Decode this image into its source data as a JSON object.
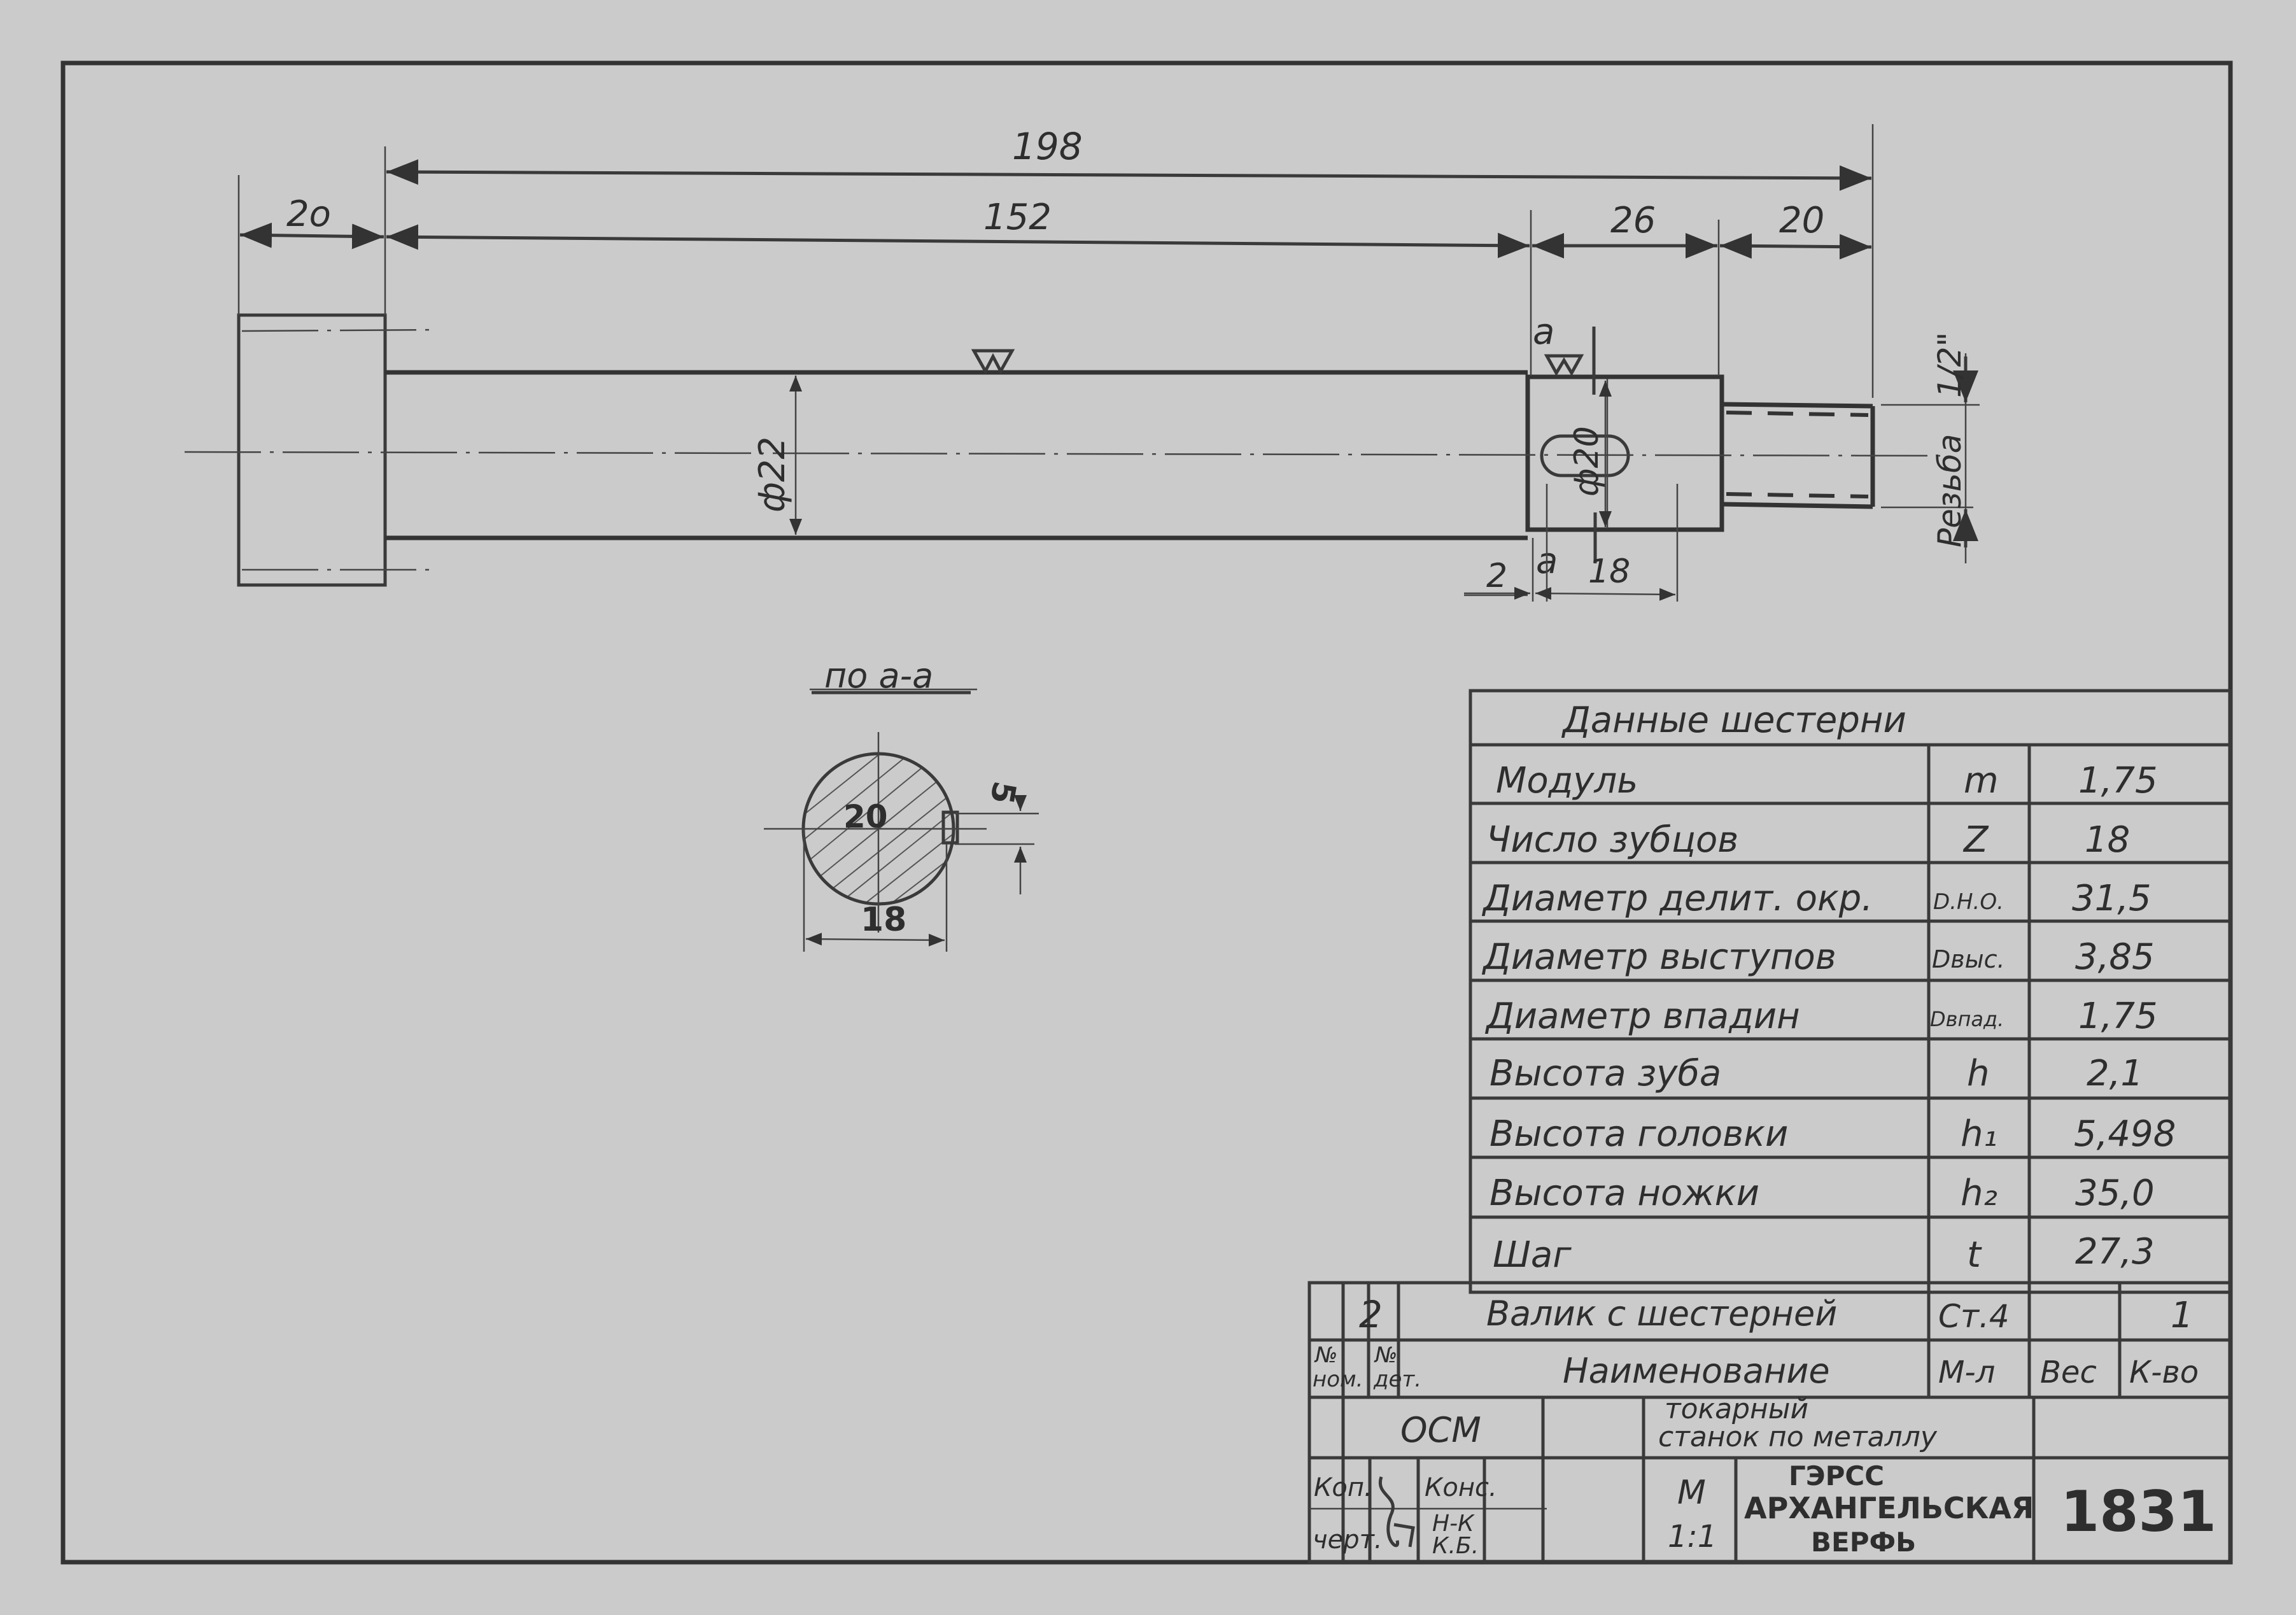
{
  "drawing": {
    "part_name": "Валик с шестерней",
    "dimensions": {
      "overall_length": "198",
      "flange_width": "2o",
      "shaft_length": "152",
      "gear_section_length": "26",
      "thread_length": "20",
      "shaft_diameter": "ф22",
      "gear_diameter": "ф20",
      "keyway_offset": "2",
      "keyway_length": "18",
      "thread_label": "Резьба",
      "thread_size": "1/2\""
    },
    "section_marks": {
      "top": "a",
      "bottom": "a"
    },
    "section_view": {
      "title": "по a-a",
      "diameter": "20",
      "width": "18",
      "key_width": "5"
    }
  },
  "gear_table": {
    "title": "Данные шестерни",
    "rows": [
      {
        "label": "Модуль",
        "symbol": "m",
        "value": "1,75"
      },
      {
        "label": "Число зубцов",
        "symbol": "Z",
        "value": "18"
      },
      {
        "label": "Диаметр делит. окр.",
        "symbol": "D.Н.О.",
        "value": "31,5"
      },
      {
        "label": "Диаметр выступов",
        "symbol": "Dвыс.",
        "value": "3,85"
      },
      {
        "label": "Диаметр впадин",
        "symbol": "Dвпад.",
        "value": "1,75"
      },
      {
        "label": "Высота зуба",
        "symbol": "h",
        "value": "2,1"
      },
      {
        "label": "Высота головки",
        "symbol": "h₁",
        "value": "5,498"
      },
      {
        "label": "Высота ножки",
        "symbol": "h₂",
        "value": "35,0"
      },
      {
        "label": "Шаг",
        "symbol": "t",
        "value": "27,3"
      }
    ]
  },
  "title_block": {
    "part_row": {
      "nom": "",
      "det": "2",
      "name": "Валик с шестерней",
      "material": "Ст.4",
      "weight": "",
      "qty": "1"
    },
    "headers": {
      "nom": "№ ном.",
      "nom_1": "№",
      "nom_2": "ном.",
      "det_1": "№",
      "det_2": "дет.",
      "name": "Наименование",
      "material": "М-л",
      "weight": "Вес",
      "qty": "К-во"
    },
    "assembly_code": "ОСМ",
    "assembly_name_1": "токарный",
    "assembly_name_2": "станок по металлу",
    "copied_label": "Коп.",
    "drawn_label": "черт.",
    "consult_label": "Конс.",
    "chief_label_1": "Н-К",
    "chief_label_2": "К.Б.",
    "scale_label": "М",
    "scale_value": "1:1",
    "org_1": "ГЭРСС",
    "org_2": "АРХАНГЕЛЬСКАЯ",
    "org_3": "ВЕРФЬ",
    "drawing_number": "1831"
  }
}
